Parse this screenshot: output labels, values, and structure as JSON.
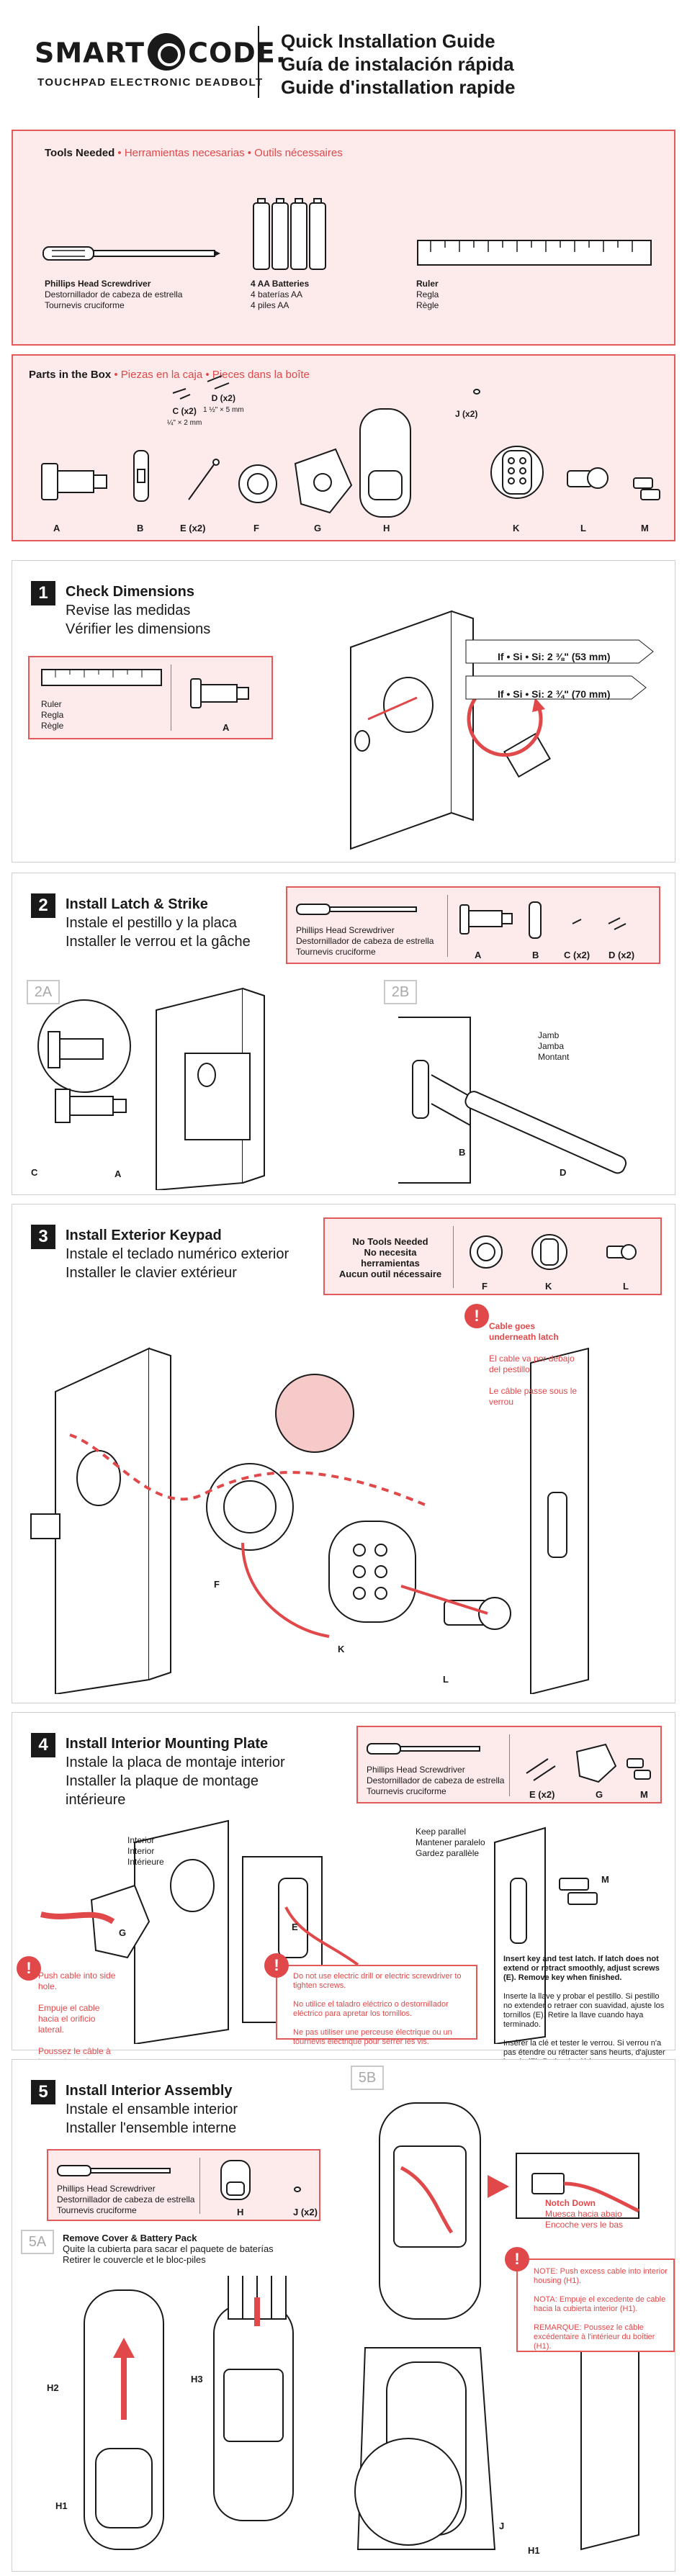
{
  "header": {
    "logo": "SMART",
    "logo_after": "CODE.",
    "subtitle": "TOUCHPAD ELECTRONIC DEADBOLT",
    "title_en": "Quick Installation Guide",
    "title_es": "Guía de instalación rápida",
    "title_fr": "Guide d'installation rapide"
  },
  "tools": {
    "heading_en": "Tools Needed",
    "heading_rest": " • Herramientas necesarias • Outils nécessaires",
    "screwdriver_en": "Phillips Head Screwdriver",
    "screwdriver_es": "Destornillador de cabeza de estrella",
    "screwdriver_fr": "Tournevis cruciforme",
    "batteries_en": "4 AA Batteries",
    "batteries_es": "4 baterías AA",
    "batteries_fr": "4 piles AA",
    "ruler_en": "Ruler",
    "ruler_es": "Regla",
    "ruler_fr": "Règle"
  },
  "parts": {
    "heading_en": "Parts in the Box",
    "heading_rest": " • Piezas en la caja • Pieces dans la boîte",
    "c_label": "C (x2)",
    "c_size": "¼\" × 2 mm",
    "d_label": "D (x2)",
    "d_size": "1 ½\" × 5 mm",
    "j_label": "J (x2)",
    "letters": [
      "A",
      "B",
      "E (x2)",
      "F",
      "G",
      "H",
      "K",
      "L",
      "M"
    ]
  },
  "step1": {
    "num": "1",
    "title_en": "Check Dimensions",
    "title_es": "Revise las medidas",
    "title_fr": "Vérifier les dimensions",
    "ruler": "Ruler",
    "ruler_es": "Regla",
    "ruler_fr": "Règle",
    "a": "A",
    "if1": "If • Si • Si: 2 ⅜\" (53 mm)",
    "if2": "If • Si • Si: 2 ¾\" (70 mm)"
  },
  "step2": {
    "num": "2",
    "title_en": "Install Latch & Strike",
    "title_es": "Instale el pestillo y la placa",
    "title_fr": "Installer le verrou et la gâche",
    "tool_en": "Phillips Head Screwdriver",
    "tool_es": "Destornillador de cabeza de estrella",
    "tool_fr": "Tournevis cruciforme",
    "parts": [
      "A",
      "B",
      "C (x2)",
      "D (x2)"
    ],
    "sub_a": "2A",
    "sub_b": "2B",
    "jamb_en": "Jamb",
    "jamb_es": "Jamba",
    "jamb_fr": "Montant",
    "lbl_c": "C",
    "lbl_a": "A",
    "lbl_b": "B",
    "lbl_d": "D"
  },
  "step3": {
    "num": "3",
    "title_en": "Install Exterior Keypad",
    "title_es": "Instale el teclado numérico exterior",
    "title_fr": "Installer le clavier extérieur",
    "notools_en": "No Tools Needed",
    "notools_es": "No necesita herramientas",
    "notools_fr": "Aucun outil nécessaire",
    "parts": [
      "F",
      "K",
      "L"
    ],
    "warn_en": "Cable goes underneath latch",
    "warn_es": "El cable va por debajo del pestillo",
    "warn_fr": "Le câble passe sous le verrou",
    "lbl_f": "F",
    "lbl_k": "K",
    "lbl_l": "L"
  },
  "step4": {
    "num": "4",
    "title_en": "Install Interior Mounting Plate",
    "title_es": "Instale la placa de montaje interior",
    "title_fr1": "Installer la plaque de montage",
    "title_fr2": "intérieure",
    "tool_en": "Phillips Head Screwdriver",
    "tool_es": "Destornillador de cabeza de estrella",
    "tool_fr": "Tournevis cruciforme",
    "parts": [
      "E (x2)",
      "G",
      "M"
    ],
    "interior_en": "Interior",
    "interior_es": "Interior",
    "interior_fr": "Intérieure",
    "keep_en": "Keep parallel",
    "keep_es": "Mantener paralelo",
    "keep_fr": "Gardez parallèle",
    "push_en": "Push cable into side hole.",
    "push_es": "Empuje el cable hacia el orificio lateral.",
    "push_fr": "Poussez le câble à le trou lateral.",
    "lbl_g": "G",
    "lbl_e": "E",
    "lbl_m": "M",
    "drill_en": "Do not use electric drill or electric screwdriver to tighten screws.",
    "drill_es": "No utilice el taladro eléctrico o destornillador eléctrico para apretar los tornillos.",
    "drill_fr": "Ne pas utiliser une perceuse électrique ou un tournevis électrique pour serrer les vis.",
    "test_en": "Insert key and test latch. If latch does not extend or retract smoothly, adjust screws (E). Remove key when finished.",
    "test_es": "Inserte la llave y probar el pestillo. Si pestillo no extender o retraer con suavidad, ajuste los tornillos (E). Retire la llave cuando haya terminado.",
    "test_fr": "Insérer la clé et tester le verrou. Si verrou n'a pas étendre ou rétracter sans heurts, d'ajuster les vis (E). Retirer la clé lorsque vous avez terminé."
  },
  "step5": {
    "num": "5",
    "title_en": "Install Interior Assembly",
    "title_es": "Instale el ensamble interior",
    "title_fr": "Installer l'ensemble interne",
    "tool_en": "Phillips Head Screwdriver",
    "tool_es": "Destornillador de cabeza de estrella",
    "tool_fr": "Tournevis cruciforme",
    "parts": [
      "H",
      "J (x2)"
    ],
    "sub_a": "5A",
    "sub_b": "5B",
    "remove_en": "Remove Cover & Battery Pack",
    "remove_es": "Quite la cubierta para sacar el paquete de baterías",
    "remove_fr": "Retirer le couvercle et le bloc-piles",
    "lbl_h1": "H1",
    "lbl_h2": "H2",
    "lbl_h3": "H3",
    "lbl_j": "J",
    "lbl_h1b": "H1",
    "notch_en": "Notch Down",
    "notch_es": "Muesca hacia abajo",
    "notch_fr": "Encoche vers le bas",
    "note_en": "NOTE: Push excess cable into interior housing (H1).",
    "note_es": "NOTA: Empuje el excedente de cable hacia la cubierta interior (H1).",
    "note_fr": "REMARQUE: Poussez le câble excédentaire à l'intérieur du boîtier (H1)."
  }
}
